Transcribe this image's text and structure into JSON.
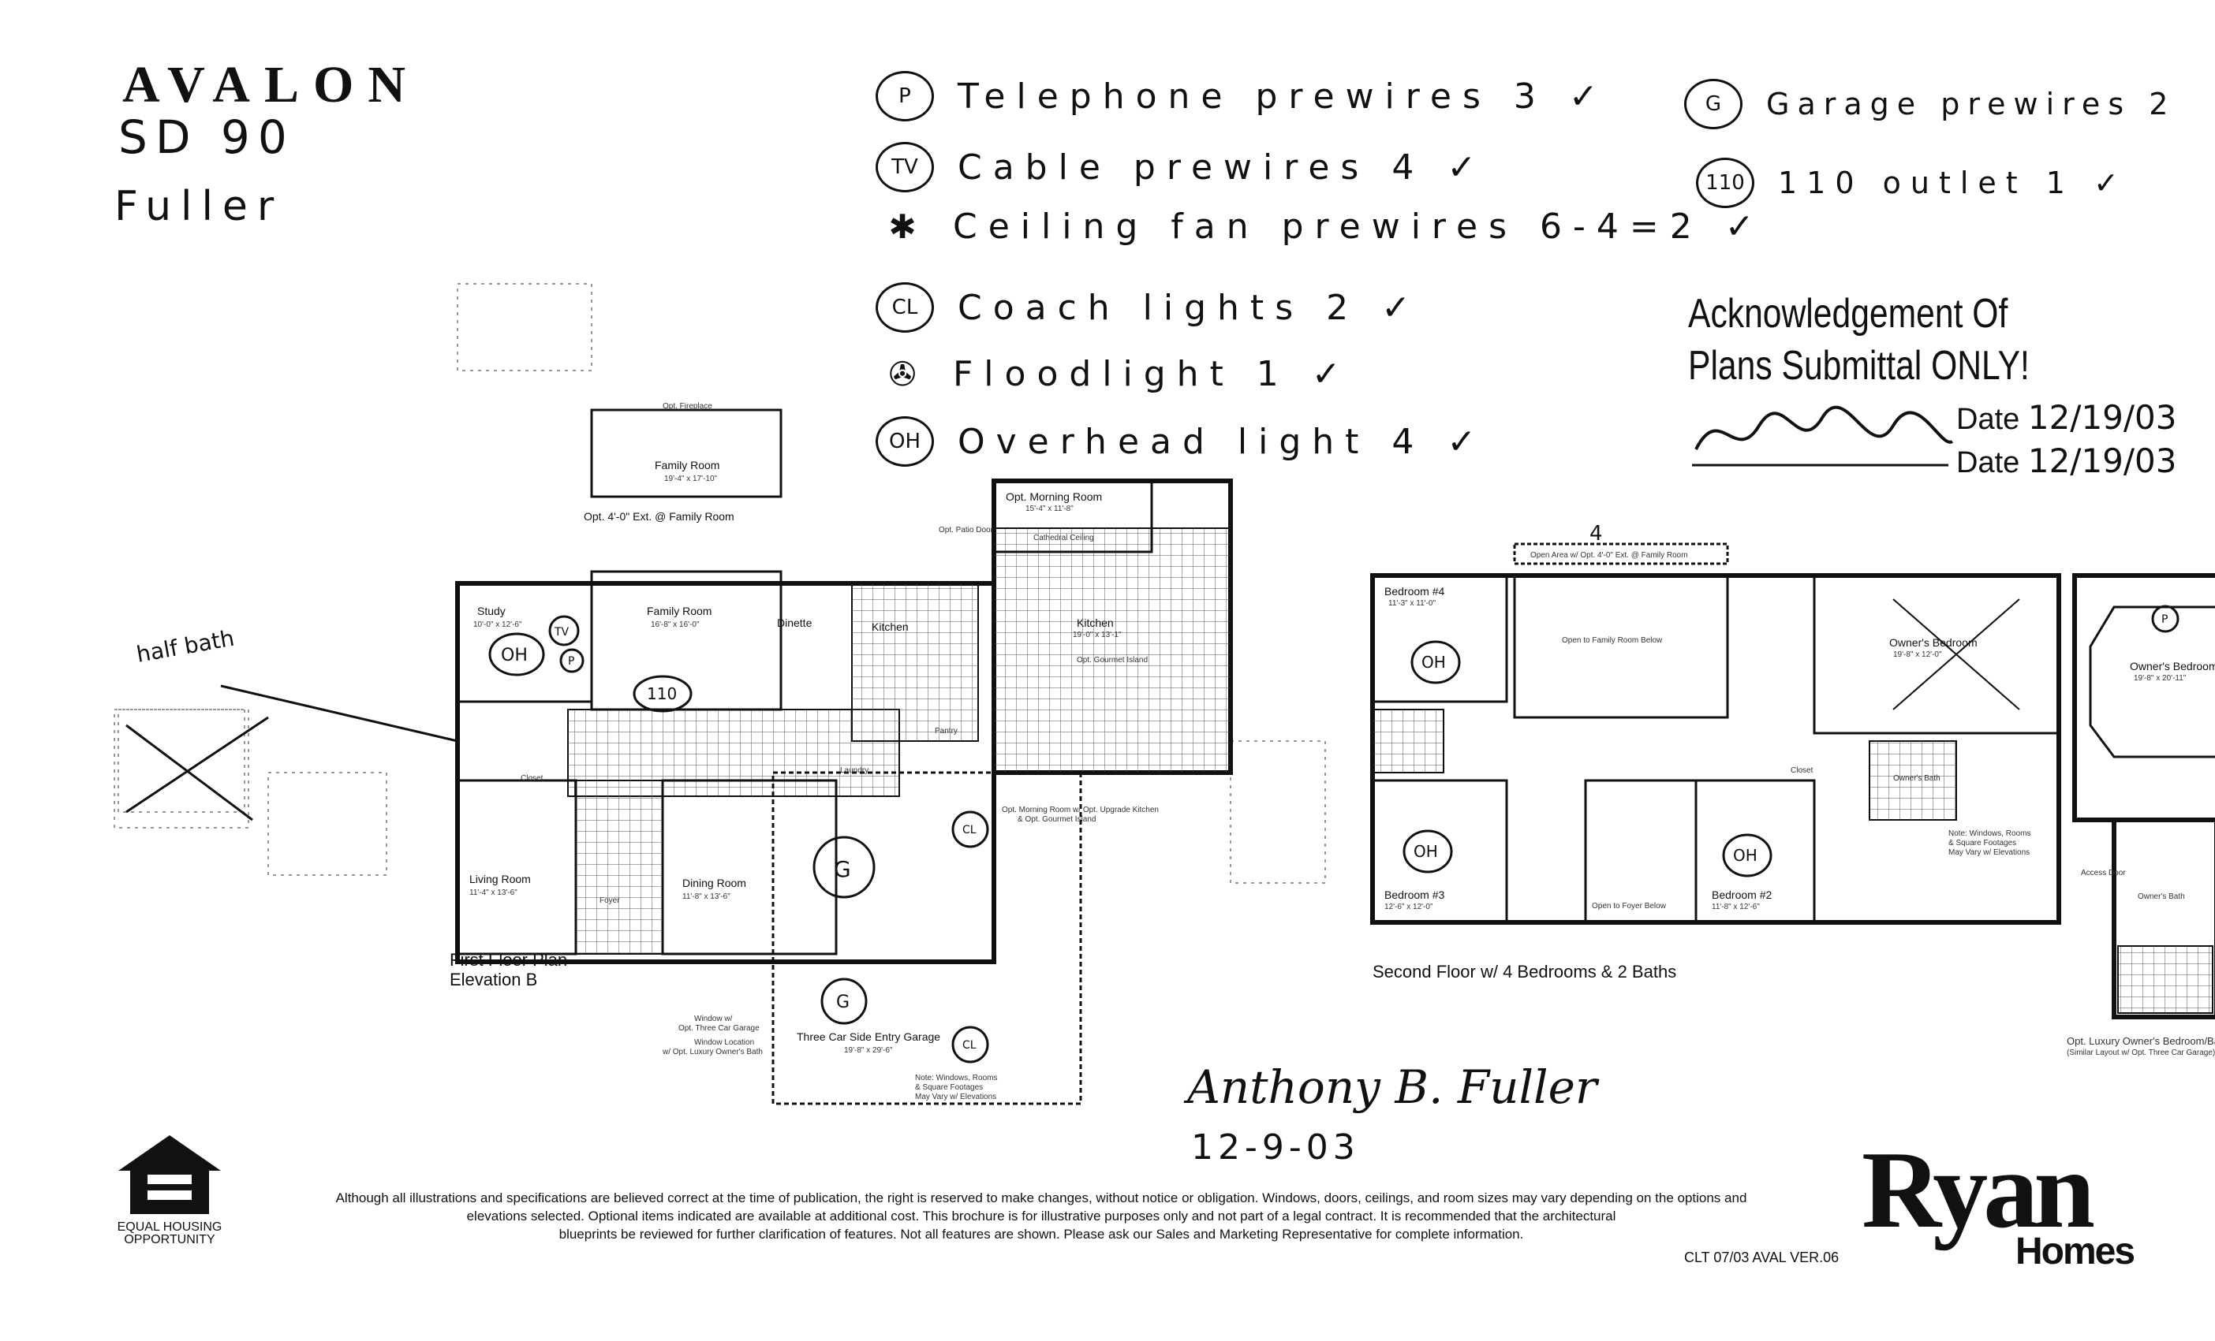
{
  "header": {
    "brand": "AVALON",
    "model_code": "SD 90",
    "customer_name": "Fuller"
  },
  "legend_left": [
    {
      "symbol": "P",
      "text": "Telephone prewires 3 ✓"
    },
    {
      "symbol": "TV",
      "text": "Cable prewires 4 ✓"
    },
    {
      "symbol": "✱",
      "text": "Ceiling fan prewires 6-4=2 ✓"
    },
    {
      "symbol": "CL",
      "text": "Coach lights 2 ✓"
    },
    {
      "symbol": "✇",
      "text": "Floodlight 1 ✓"
    },
    {
      "symbol": "OH",
      "text": "Overhead light 4 ✓"
    }
  ],
  "legend_right": [
    {
      "symbol": "G",
      "text": "Garage prewires 2"
    },
    {
      "symbol": "110",
      "text": "110 outlet 1 ✓"
    }
  ],
  "acknowledgement": {
    "line1": "Acknowledgement Of",
    "line2": "Plans Submittal ONLY!",
    "date_label": "Date",
    "date1": "12/19/03",
    "date2": "12/19/03"
  },
  "first_floor": {
    "title_line1": "First Floor Plan",
    "title_line2": "Elevation B",
    "half_bath_note": "half bath",
    "rooms": {
      "study": "Study",
      "study_dim": "10'-0\" x 12'-6\"",
      "family_room": "Family Room",
      "family_room_dim": "16'-8\" x 16'-0\"",
      "dinette": "Dinette",
      "kitchen": "Kitchen",
      "living_room": "Living Room",
      "living_room_dim": "11'-4\" x 13'-6\"",
      "dining_room": "Dining Room",
      "dining_room_dim": "11'-8\" x 13'-6\"",
      "garage": "Three Car Side Entry Garage",
      "garage_dim": "19'-8\" x 29'-6\"",
      "foyer": "Foyer",
      "laundry": "Laundry",
      "pantry": "Pantry",
      "closet": "Closet"
    },
    "opt_fireplace": "Opt. Fireplace",
    "opt_family_room": "Family Room",
    "opt_family_room_dim": "19'-4\" x 17'-10\"",
    "opt_ext_caption": "Opt. 4'-0\" Ext. @ Family Room",
    "opt_morning_room": "Opt. Morning Room",
    "opt_morning_dim": "15'-4\" x 11'-8\"",
    "cathedral_ceiling": "Cathedral Ceiling",
    "opt_kitchen": "Kitchen",
    "opt_kitchen_dim": "19'-0\" x 13'-1\"",
    "opt_gourmet": "Opt. Gourmet Island",
    "opt_patio_door": "Opt. Patio Door",
    "morning_caption_line1": "Opt. Morning Room w/ Opt. Upgrade Kitchen",
    "morning_caption_line2": "& Opt. Gourmet Island",
    "window_note1_l1": "Window w/",
    "window_note1_l2": "Opt. Three Car Garage",
    "window_note2_l1": "Window Location",
    "window_note2_l2": "w/ Opt. Luxury Owner's Bath",
    "note_l1": "Note: Windows, Rooms",
    "note_l2": "& Square Footages",
    "note_l3": "May Vary w/ Elevations"
  },
  "second_floor": {
    "title": "Second Floor w/ 4 Bedrooms & 2 Baths",
    "open_area": "Open Area w/ Opt. 4'-0\" Ext. @ Family Room",
    "open_family_below": "Open to Family Room Below",
    "open_foyer_below": "Open to Foyer Below",
    "bedroom4": "Bedroom #4",
    "bedroom4_dim": "11'-3\" x 11'-0\"",
    "bedroom3": "Bedroom #3",
    "bedroom3_dim": "12'-6\" x 12'-0\"",
    "bedroom2": "Bedroom #2",
    "bedroom2_dim": "11'-8\" x 12'-6\"",
    "owners_bedroom": "Owner's Bedroom",
    "owners_bedroom_dim": "19'-8\" x 12'-0\"",
    "owners_bath": "Owner's Bath",
    "closet": "Closet",
    "note_l1": "Note: Windows, Rooms",
    "note_l2": "& Square Footages",
    "note_l3": "May Vary w/ Elevations"
  },
  "luxury": {
    "owners_bedroom": "Owner's Bedroom",
    "owners_bedroom_dim": "19'-8\" x 20'-11\"",
    "owners_bath": "Owner's Bath",
    "access_door": "Access Door",
    "caption_l1": "Opt. Luxury Owner's Bedroom/Bath Layout",
    "caption_l2": "(Similar Layout w/ Opt. Three Car Garage)"
  },
  "plan_marks": {
    "oh": "OH",
    "tv": "TV",
    "p": "P",
    "g": "G",
    "cl": "CL",
    "outlet": "110",
    "fan_count_mark": "4"
  },
  "signature": {
    "name": "Anthony B. Fuller",
    "date": "12-9-03"
  },
  "footer": {
    "equal_housing_l1": "EQUAL HOUSING",
    "equal_housing_l2": "OPPORTUNITY",
    "disclaimer_l1": "Although all illustrations and specifications are believed correct at the time of publication, the right is reserved to make changes, without notice or obligation. Windows, doors, ceilings, and room sizes may vary depending on the options and",
    "disclaimer_l2": "elevations selected. Optional items indicated are available at additional cost. This brochure is for illustrative purposes only and not part of a legal contract. It is recommended that the architectural",
    "disclaimer_l3": "blueprints be reviewed for further clarification of features. Not all features are shown. Please ask our Sales and Marketing Representative for complete information.",
    "version": "CLT 07/03 AVAL VER.06",
    "logo_ryan": "Ryan",
    "logo_homes": "Homes"
  }
}
